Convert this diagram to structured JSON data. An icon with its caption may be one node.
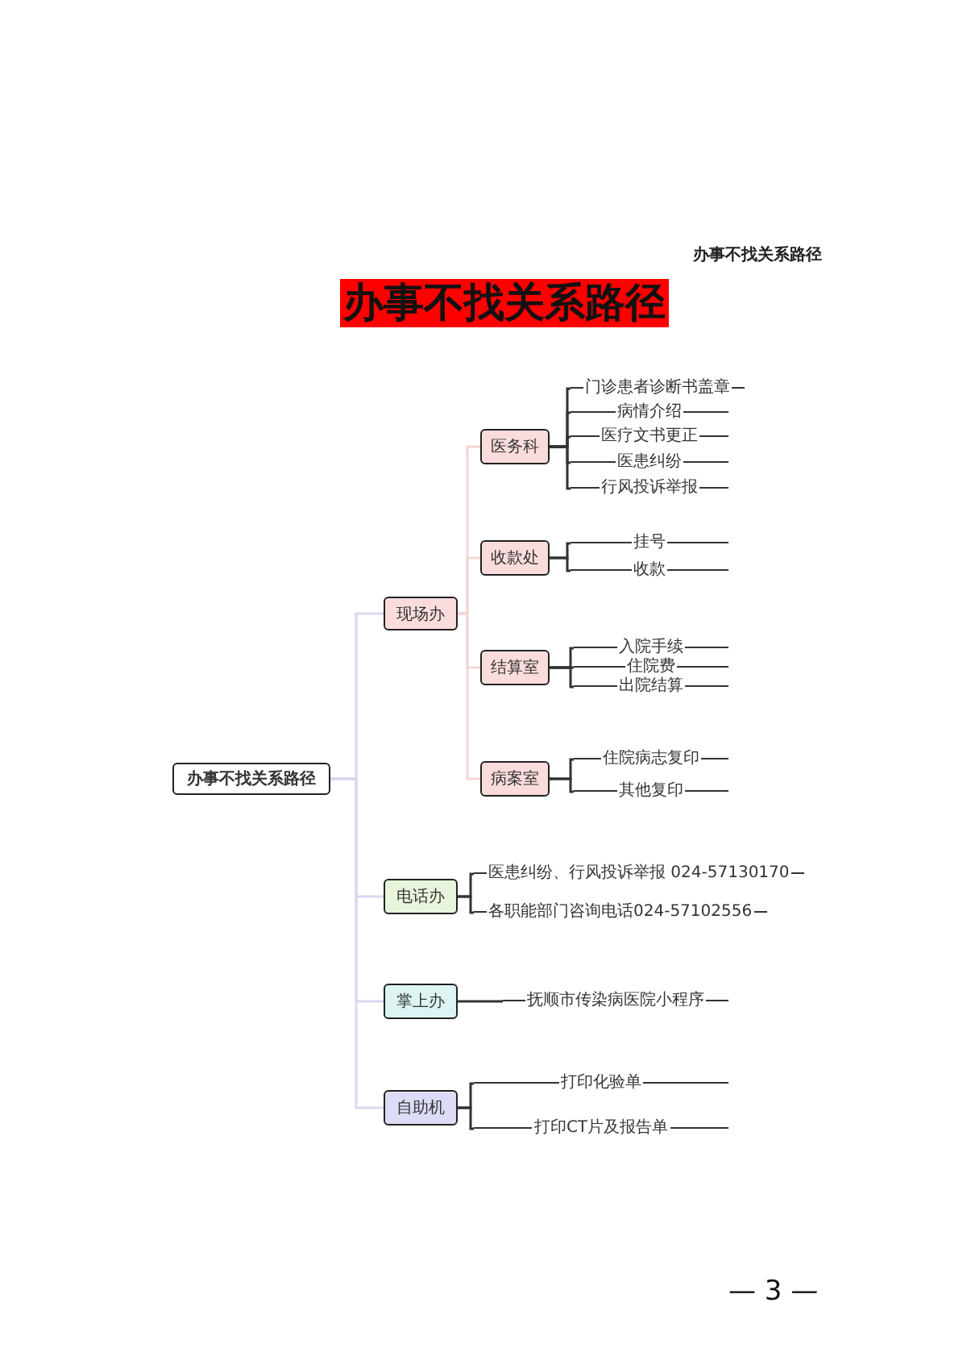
{
  "diagram": {
    "title": "办事不找关系路径",
    "nodes": [
      {
        "text": [
          "办事不找关系路径"
        ]
      },
      {
        "text": [
          "现场办"
        ]
      },
      {
        "text": [
          "医务科"
        ]
      },
      {
        "text": [
          "门诊患者诊断书盖章"
        ]
      },
      {
        "text": [
          "病情介绍"
        ]
      },
      {
        "text": [
          "医疗文书更正"
        ]
      },
      {
        "text": [
          "医患纠纷"
        ]
      },
      {
        "text": [
          "行风投诉举报"
        ]
      },
      {
        "text": [
          "收款处"
        ]
      },
      {
        "text": [
          "挂号"
        ]
      },
      {
        "text": [
          "收款"
        ]
      },
      {
        "text": [
          "结算室"
        ]
      },
      {
        "text": [
          "入院手续"
        ]
      },
      {
        "text": [
          "住院费"
        ]
      },
      {
        "text": [
          "出院结算"
        ]
      },
      {
        "text": [
          "病案室"
        ]
      },
      {
        "text": [
          "住院病志复印"
        ]
      },
      {
        "text": [
          "其他复印"
        ]
      },
      {
        "text": [
          "电话办"
        ]
      },
      {
        "text": [
          "医患纠纷、行风投诉举报 024-57130170"
        ]
      },
      {
        "text": [
          "各职能部门咨询电话024-57102556"
        ]
      },
      {
        "text": [
          "掌上办"
        ]
      },
      {
        "text": [
          "抚顺市传染病医院小程序"
        ]
      },
      {
        "text": [
          "自助机"
        ]
      },
      {
        "text": [
          "打印化验单"
        ]
      },
      {
        "text": [
          "打印CT片及报告单"
        ]
      }
    ],
    "edges": [
      {
        "from": 0,
        "to": 1,
        "arrow": "none",
        "color": "#d8d8f2"
      },
      {
        "from": 0,
        "to": 18,
        "arrow": "none",
        "color": "#d8d8f2"
      },
      {
        "from": 0,
        "to": 21,
        "arrow": "none",
        "color": "#d8d8f2"
      },
      {
        "from": 0,
        "to": 23,
        "arrow": "none",
        "color": "#d8d8f2"
      },
      {
        "from": 1,
        "to": 2,
        "arrow": "none",
        "color": "#f5d4d4"
      },
      {
        "from": 1,
        "to": 8,
        "arrow": "none",
        "color": "#f5d4d4"
      },
      {
        "from": 1,
        "to": 11,
        "arrow": "none",
        "color": "#f5d4d4"
      },
      {
        "from": 1,
        "to": 15,
        "arrow": "none",
        "color": "#f5d4d4"
      },
      {
        "from": 2,
        "to": 3,
        "arrow": "none"
      },
      {
        "from": 2,
        "to": 4,
        "arrow": "none"
      },
      {
        "from": 2,
        "to": 5,
        "arrow": "none"
      },
      {
        "from": 2,
        "to": 6,
        "arrow": "none"
      },
      {
        "from": 2,
        "to": 7,
        "arrow": "none"
      },
      {
        "from": 8,
        "to": 9,
        "arrow": "none"
      },
      {
        "from": 8,
        "to": 10,
        "arrow": "none"
      },
      {
        "from": 11,
        "to": 12,
        "arrow": "none"
      },
      {
        "from": 11,
        "to": 13,
        "arrow": "none"
      },
      {
        "from": 11,
        "to": 14,
        "arrow": "none"
      },
      {
        "from": 15,
        "to": 16,
        "arrow": "none"
      },
      {
        "from": 15,
        "to": 17,
        "arrow": "none"
      },
      {
        "from": 18,
        "to": 19,
        "arrow": "none"
      },
      {
        "from": 18,
        "to": 20,
        "arrow": "none"
      },
      {
        "from": 21,
        "to": 22,
        "arrow": "none"
      },
      {
        "from": 23,
        "to": 24,
        "arrow": "none"
      },
      {
        "from": 23,
        "to": 25,
        "arrow": "none"
      }
    ],
    "labels": [
      "办事不找关系路径",
      "— 3 —"
    ]
  }
}
